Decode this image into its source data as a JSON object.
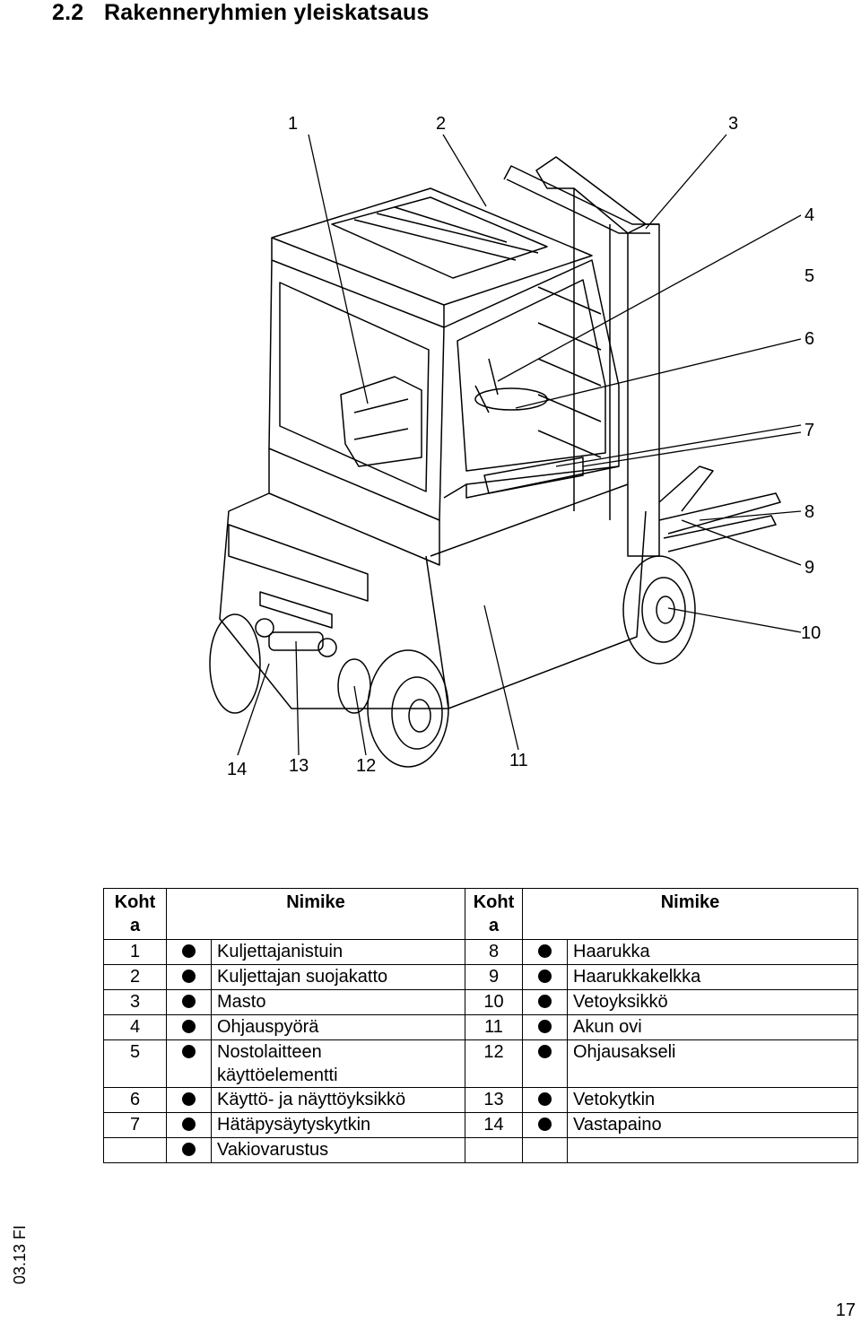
{
  "heading": {
    "number": "2.2",
    "title": "Rakenneryhmien yleiskatsaus"
  },
  "callouts": [
    "1",
    "2",
    "3",
    "4",
    "5",
    "6",
    "7",
    "8",
    "9",
    "10",
    "11",
    "12",
    "13",
    "14"
  ],
  "table": {
    "headers": {
      "pos": "Koht a",
      "name": "Nimike"
    },
    "rows": [
      {
        "lpos": "1",
        "lname": "Kuljettajanistuin",
        "rpos": "8",
        "rname": "Haarukka"
      },
      {
        "lpos": "2",
        "lname": "Kuljettajan suojakatto",
        "rpos": "9",
        "rname": "Haarukkakelkka"
      },
      {
        "lpos": "3",
        "lname": "Masto",
        "rpos": "10",
        "rname": "Vetoyksikkö"
      },
      {
        "lpos": "4",
        "lname": "Ohjauspyörä",
        "rpos": "11",
        "rname": "Akun ovi"
      },
      {
        "lpos": "5",
        "lname": "Nostolaitteen käyttöelementti",
        "rpos": "12",
        "rname": "Ohjausakseli"
      },
      {
        "lpos": "6",
        "lname": "Käyttö- ja näyttöyksikkö",
        "rpos": "13",
        "rname": "Vetokytkin"
      },
      {
        "lpos": "7",
        "lname": "Hätäpysäytyskytkin",
        "rpos": "14",
        "rname": "Vastapaino"
      }
    ],
    "legend_row": {
      "name": "Vakiovarustus"
    }
  },
  "footer": {
    "code": "03.13 FI",
    "page": "17"
  }
}
